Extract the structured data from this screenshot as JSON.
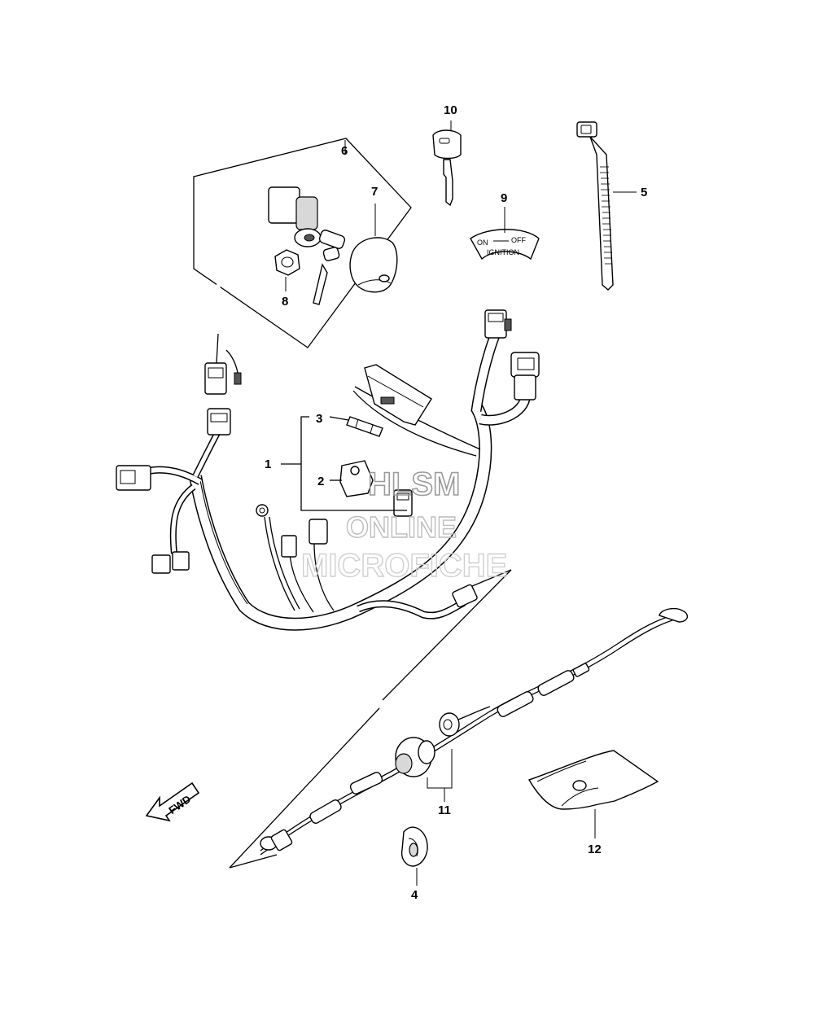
{
  "callouts": {
    "c1": "1",
    "c2": "2",
    "c3": "3",
    "c4": "4",
    "c5": "5",
    "c6": "6",
    "c7": "7",
    "c8": "8",
    "c9": "9",
    "c10": "10",
    "c11": "11",
    "c12": "12"
  },
  "decal": {
    "on": "ON",
    "off": "OFF",
    "ignition": "IGNITION"
  },
  "watermark": {
    "line1": "HLSM",
    "line2": "ONLINE",
    "line3": "MICROFICHE"
  },
  "fwd_label": "FWD"
}
